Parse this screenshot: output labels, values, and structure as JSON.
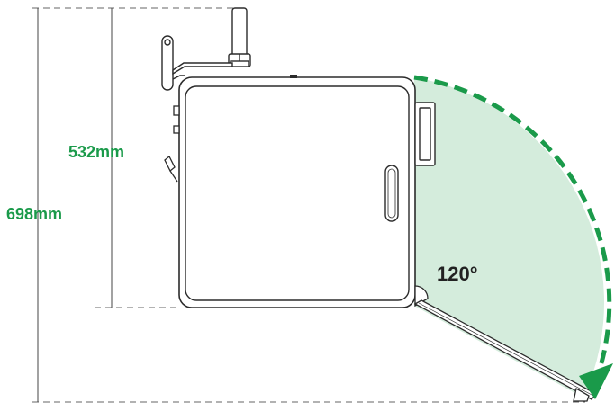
{
  "dimensions": {
    "depth_closed": "532mm",
    "depth_open": "698mm",
    "door_angle": "120°"
  },
  "colors": {
    "accent_green": "#1a9a4a",
    "swing_fill": "#d4ecdc",
    "outline": "#2b2b2b",
    "dash_line": "#555555",
    "label_dark": "#222222"
  },
  "icons": {
    "swing_arrow": "arrow-head-icon"
  }
}
